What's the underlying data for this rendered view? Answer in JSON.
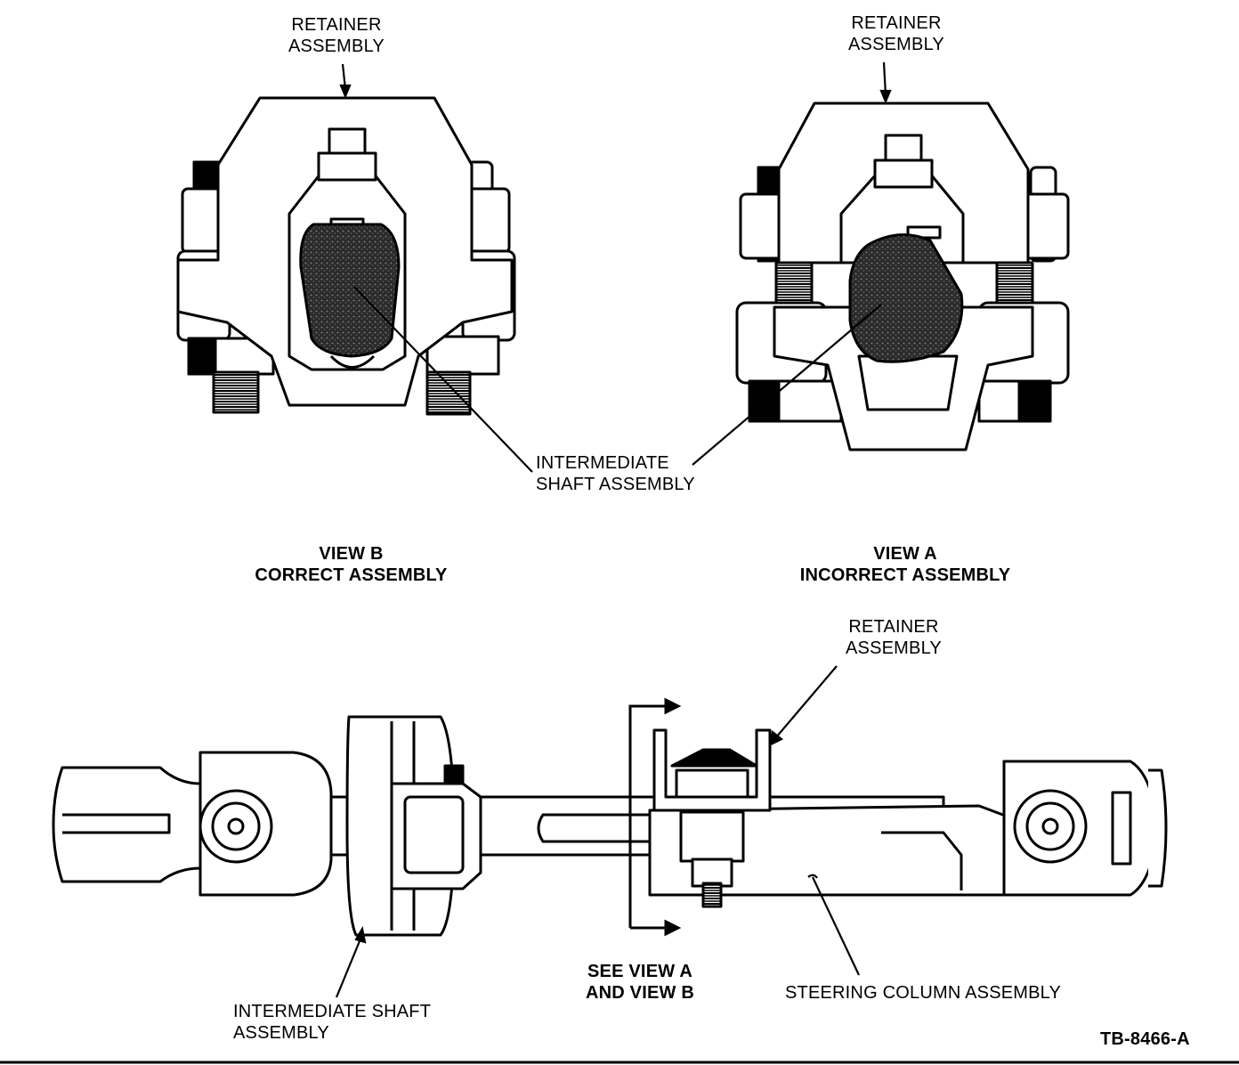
{
  "labels": {
    "retainer_left": [
      "RETAINER",
      "ASSEMBLY"
    ],
    "retainer_right": [
      "RETAINER",
      "ASSEMBLY"
    ],
    "intermediate_top": [
      "INTERMEDIATE",
      "SHAFT ASSEMBLY"
    ],
    "view_b": [
      "VIEW B",
      "CORRECT ASSEMBLY"
    ],
    "view_a": [
      "VIEW A",
      "INCORRECT ASSEMBLY"
    ],
    "retainer_bottom": [
      "RETAINER",
      "ASSEMBLY"
    ],
    "intermediate_bottom": [
      "INTERMEDIATE SHAFT",
      "ASSEMBLY"
    ],
    "see_view": [
      "SEE VIEW A",
      "AND VIEW B"
    ],
    "steering_column": "STEERING COLUMN ASSEMBLY",
    "figure_id": "TB-8466-A"
  },
  "colors": {
    "ink": "#000000",
    "paper": "#ffffff",
    "shaded": "#3a3a3a"
  }
}
